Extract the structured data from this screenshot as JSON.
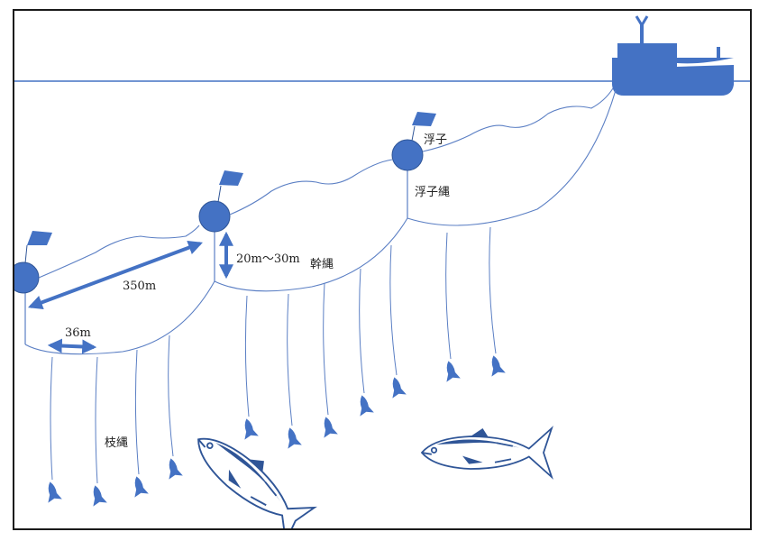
{
  "labels": {
    "float": "浮子",
    "float_line": "浮子縄",
    "main_line": "幹縄",
    "branch_line": "枝縄",
    "float_depth": "20m～30m",
    "float_spacing": "350m",
    "branch_spacing": "36m"
  },
  "colors": {
    "primary": "#4472c4",
    "dark": "#2f5597",
    "line": "#5b7fc4",
    "frame": "#1a1a1a"
  }
}
